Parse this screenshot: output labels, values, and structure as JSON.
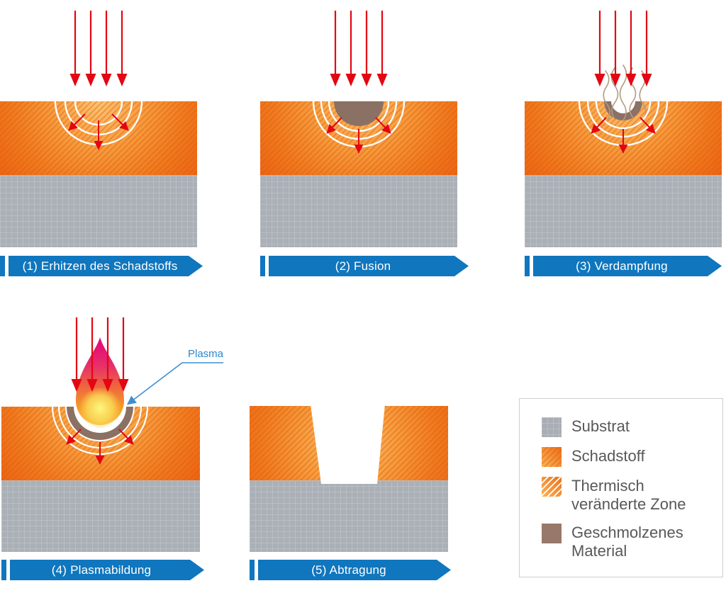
{
  "steps": [
    {
      "label": "(1) Erhitzen des Schadstoffs"
    },
    {
      "label": "(2) Fusion"
    },
    {
      "label": "(3) Verdampfung"
    },
    {
      "label": "(4) Plasmabildung"
    },
    {
      "label": "(5) Abtragung"
    }
  ],
  "annotations": {
    "plasma_label": "Plasma"
  },
  "legend": {
    "items": [
      {
        "label": "Substrat",
        "swatch": "substrate-grid-gray"
      },
      {
        "label": "Schadstoff",
        "swatch": "orange-dark-hatch"
      },
      {
        "label": "Thermisch\nveränderte Zone",
        "swatch": "orange-white-hatch"
      },
      {
        "label": "Geschmolzenes\nMaterial",
        "swatch": "solid-brown"
      }
    ]
  },
  "colors": {
    "banner_blue": "#1076BE",
    "laser_red": "#E30613",
    "substrate_gray": "#ABAFB6",
    "contaminant_orange_edge": "#EB6512",
    "contaminant_orange_glow": "#FBC473",
    "molten_brown": "#8A7164",
    "plasma_magenta": "#E5007D",
    "plasma_yellow": "#FDF77E",
    "vapor_tan": "#B49A7E",
    "leader_blue": "#3E8ED2",
    "legend_text_gray": "#58585A"
  }
}
